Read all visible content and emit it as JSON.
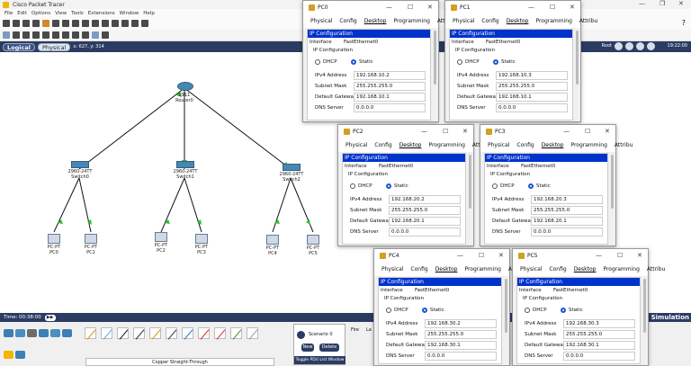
{
  "app": {
    "title": "Cisco Packet Tracer"
  },
  "menu": [
    "File",
    "Edit",
    "Options",
    "View",
    "Tools",
    "Extensions",
    "Window",
    "Help"
  ],
  "topology_bar": {
    "logical": "Logical",
    "physical": "Physical",
    "coords": "x: 627, y: 314",
    "root": "Root",
    "clock": "19:22:00"
  },
  "time_bar": {
    "time": "Time: 00:38:00",
    "simulation": "Simulation"
  },
  "devices": {
    "router": {
      "model": "2911",
      "name": "Router0"
    },
    "switches": [
      {
        "model": "2960-24TT",
        "name": "Switch0"
      },
      {
        "model": "2960-24TT",
        "name": "Switch1"
      },
      {
        "model": "2960-24TT",
        "name": "Switch2"
      }
    ],
    "pcs": [
      {
        "model": "PC-PT",
        "name": "PC0"
      },
      {
        "model": "PC-PT",
        "name": "PC1"
      },
      {
        "model": "PC-PT",
        "name": "PC2"
      },
      {
        "model": "PC-PT",
        "name": "PC3"
      },
      {
        "model": "PC-PT",
        "name": "PC4"
      },
      {
        "model": "PC-PT",
        "name": "PC5"
      }
    ]
  },
  "bottom": {
    "cable_label": "Copper Straight-Through",
    "scenario": "Scenario 0",
    "new": "New",
    "delete": "Delete",
    "toggle": "Toggle PDU List Window",
    "fire": "Fire",
    "last": "La"
  },
  "dialog_common": {
    "tabs": [
      "Physical",
      "Config",
      "Desktop",
      "Programming",
      "Attribu"
    ],
    "ip_config": "IP Configuration",
    "interface_label": "Interface",
    "interface_value": "FastEthernet0",
    "section_label": "IP Configuration",
    "dhcp": "DHCP",
    "static": "Static",
    "ipv4_label": "IPv4 Address",
    "mask_label": "Subnet Mask",
    "gw_label": "Default Gateway",
    "dns_label": "DNS Server"
  },
  "dialogs": [
    {
      "name": "PC0",
      "ip": "192.168.10.2",
      "mask": "255.255.255.0",
      "gw": "192.168.10.1",
      "dns": "0.0.0.0"
    },
    {
      "name": "PC1",
      "ip": "192.168.10.3",
      "mask": "255.255.255.0",
      "gw": "192.168.10.1",
      "dns": "0.0.0.0"
    },
    {
      "name": "PC2",
      "ip": "192.168.20.2",
      "mask": "255.255.255.0",
      "gw": "192.168.20.1",
      "dns": "0.0.0.0"
    },
    {
      "name": "PC3",
      "ip": "192.168.20.3",
      "mask": "255.255.255.0",
      "gw": "192.168.20.1",
      "dns": "0.0.0.0"
    },
    {
      "name": "PC4",
      "ip": "192.168.30.2",
      "mask": "255.255.255.0",
      "gw": "192.168.30.1",
      "dns": "0.0.0.0"
    },
    {
      "name": "PC5",
      "ip": "192.168.30.3",
      "mask": "255.255.255.0",
      "gw": "192.168.30.1",
      "dns": "0.0.0.0"
    }
  ]
}
